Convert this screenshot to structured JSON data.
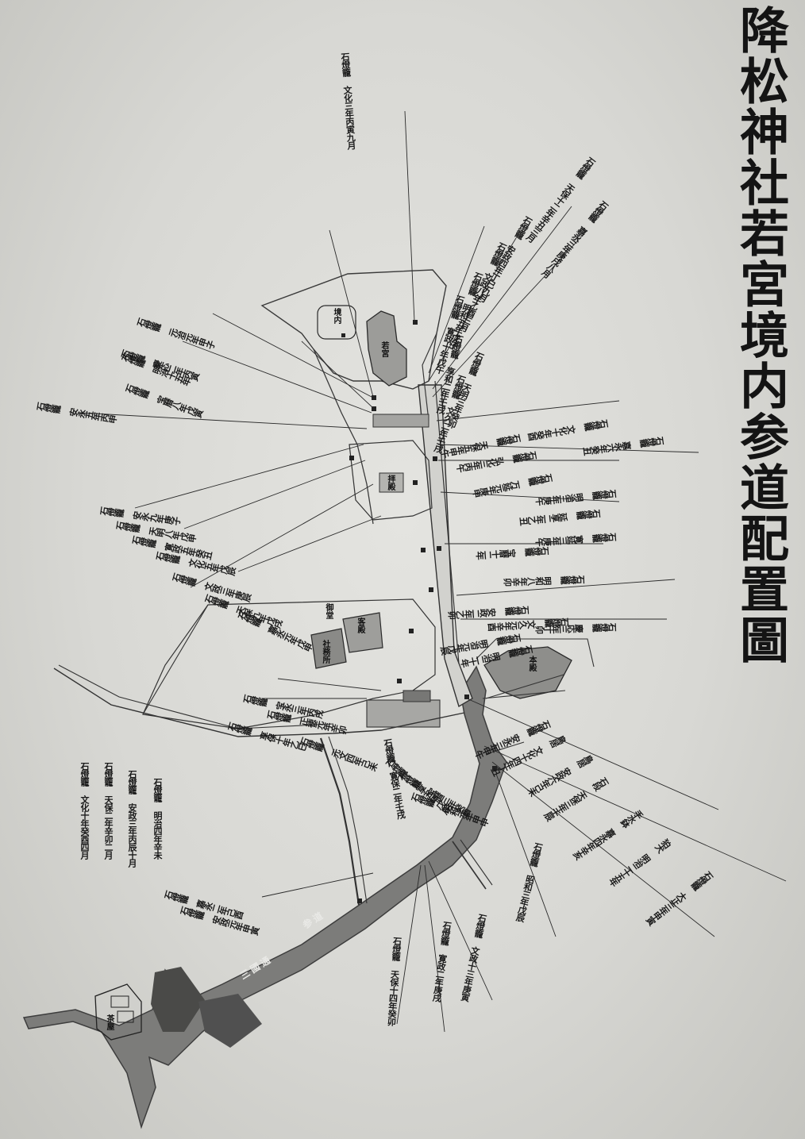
{
  "title": "降松神社若宮境内参道配置圖",
  "map": {
    "buildings": [
      {
        "id": "honden",
        "label": "若宮"
      },
      {
        "id": "precinct",
        "label": "境内"
      },
      {
        "id": "hall",
        "label": "拝殿"
      },
      {
        "id": "annex",
        "label": "社務所"
      },
      {
        "id": "east-hall",
        "label": "本殿"
      },
      {
        "id": "west-hall-a",
        "label": "御堂"
      },
      {
        "id": "west-hall-b",
        "label": "客殿"
      },
      {
        "id": "sw-house",
        "label": "茶屋"
      }
    ],
    "approach_label": "参道",
    "approach_sub_label": "三國通",
    "lantern_labels": [
      "石燈籠 文化三年丙寅九月",
      "石燈籠 天保十二年辛丑三月",
      "石燈籠 嘉永三年庚戌八月",
      "石燈籠 安政四年丁巳九月",
      "石燈籠 文政八年乙酉三月",
      "石燈籠 明和五年戊子",
      "石燈籠 寛政十年戊午",
      "石燈籠 享和二年壬戌",
      "石燈籠 天明三年癸卯",
      "石燈籠 文久二年壬戌",
      "石燈籠 元治元年甲子",
      "石燈籠 慶応二年丙寅",
      "石燈籠 明治十五年",
      "石燈籠 宝暦八年戊寅",
      "石燈籠 安永五年丙申",
      "石燈籠 文化十年癸酉",
      "石燈籠 天保五年甲午",
      "石燈籠 弘化三年丙午",
      "石燈籠 嘉永六年癸丑",
      "石燈籠 万延元年庚申",
      "石燈籠 明治三年庚午",
      "石燈籠 延享二年乙丑",
      "石燈籠 寛延三年庚午",
      "石燈籠 宝暦十二年",
      "石燈籠 明和八年辛卯",
      "石燈籠 安永九年庚子",
      "石燈籠 天明八年戊申",
      "石燈籠 寛政五年癸丑",
      "石燈籠 文化五年戊辰",
      "石燈籠 文政三年庚辰",
      "石燈籠 天保九年戊戌",
      "石燈籠 嘉永元年戊申",
      "石燈籠 安政二年乙卯",
      "石燈籠 文久元年辛酉",
      "石燈籠 慶応三年丁卯",
      "石燈籠 明治元年戊辰",
      "石燈籠 明治二十年",
      "石燈籠 宝永三年丙戌",
      "石燈籠 正徳元年辛卯",
      "石燈籠 享保十年乙巳",
      "石燈籠 元文四年己未",
      "石燈籠 寛保二年壬戌",
      "石燈籠 延享五年戊辰",
      "石燈籠 宝暦三年癸酉",
      "石燈籠 明和元年甲申",
      "石燈籠 安永三年甲午",
      "鳥居 文化十四年丁丑",
      "鳥居 安政六年己未",
      "石段 天保三年壬辰",
      "手水鉢 嘉永四年辛亥",
      "狛犬 明治二十五年",
      "石燈籠 大正三年甲寅",
      "石燈籠 昭和三年戊辰",
      "石燈籠 文政十三年庚寅",
      "石燈籠 寛政二年庚戌",
      "石燈籠 天保十四年癸卯",
      "石燈籠 嘉永二年己酉",
      "石燈籠 安政元年甲寅"
    ],
    "left_labels": [
      "石燈籠 文化十年癸酉四月",
      "石燈籠 天保二年辛卯二月",
      "石燈籠 安政三年丙辰十月",
      "石燈籠 明治四年辛未"
    ]
  }
}
